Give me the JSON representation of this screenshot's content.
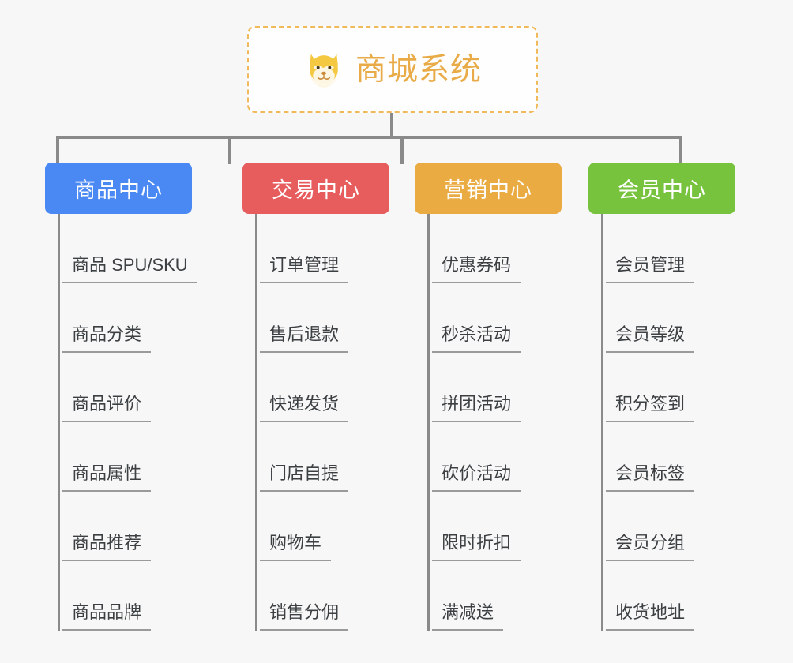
{
  "page": {
    "background": "#f7f7f7",
    "line_color": "#8a8a8a",
    "leaf_underline_color": "#9a9a9a",
    "leaf_text_color": "#3c4043"
  },
  "root": {
    "icon": "shiba-dog-face-emoji",
    "emoji": "🐕",
    "title": "商城系统",
    "title_color": "#e9ab47",
    "border_color": "#f0b95a",
    "background": "#fefefe"
  },
  "categories": [
    {
      "id": "product-center",
      "label": "商品中心",
      "color": "#4a89f3",
      "items": [
        {
          "label": "商品 SPU/SKU"
        },
        {
          "label": "商品分类"
        },
        {
          "label": "商品评价"
        },
        {
          "label": "商品属性"
        },
        {
          "label": "商品推荐"
        },
        {
          "label": "商品品牌"
        }
      ]
    },
    {
      "id": "trade-center",
      "label": "交易中心",
      "color": "#e75c5c",
      "items": [
        {
          "label": "订单管理"
        },
        {
          "label": "售后退款"
        },
        {
          "label": "快递发货"
        },
        {
          "label": "门店自提"
        },
        {
          "label": "购物车"
        },
        {
          "label": "销售分佣"
        }
      ]
    },
    {
      "id": "marketing-center",
      "label": "营销中心",
      "color": "#eaab43",
      "items": [
        {
          "label": "优惠券码"
        },
        {
          "label": "秒杀活动"
        },
        {
          "label": "拼团活动"
        },
        {
          "label": "砍价活动"
        },
        {
          "label": "限时折扣"
        },
        {
          "label": "满减送"
        }
      ]
    },
    {
      "id": "member-center",
      "label": "会员中心",
      "color": "#77c33e",
      "items": [
        {
          "label": "会员管理"
        },
        {
          "label": "会员等级"
        },
        {
          "label": "积分签到"
        },
        {
          "label": "会员标签"
        },
        {
          "label": "会员分组"
        },
        {
          "label": "收货地址"
        }
      ]
    }
  ]
}
